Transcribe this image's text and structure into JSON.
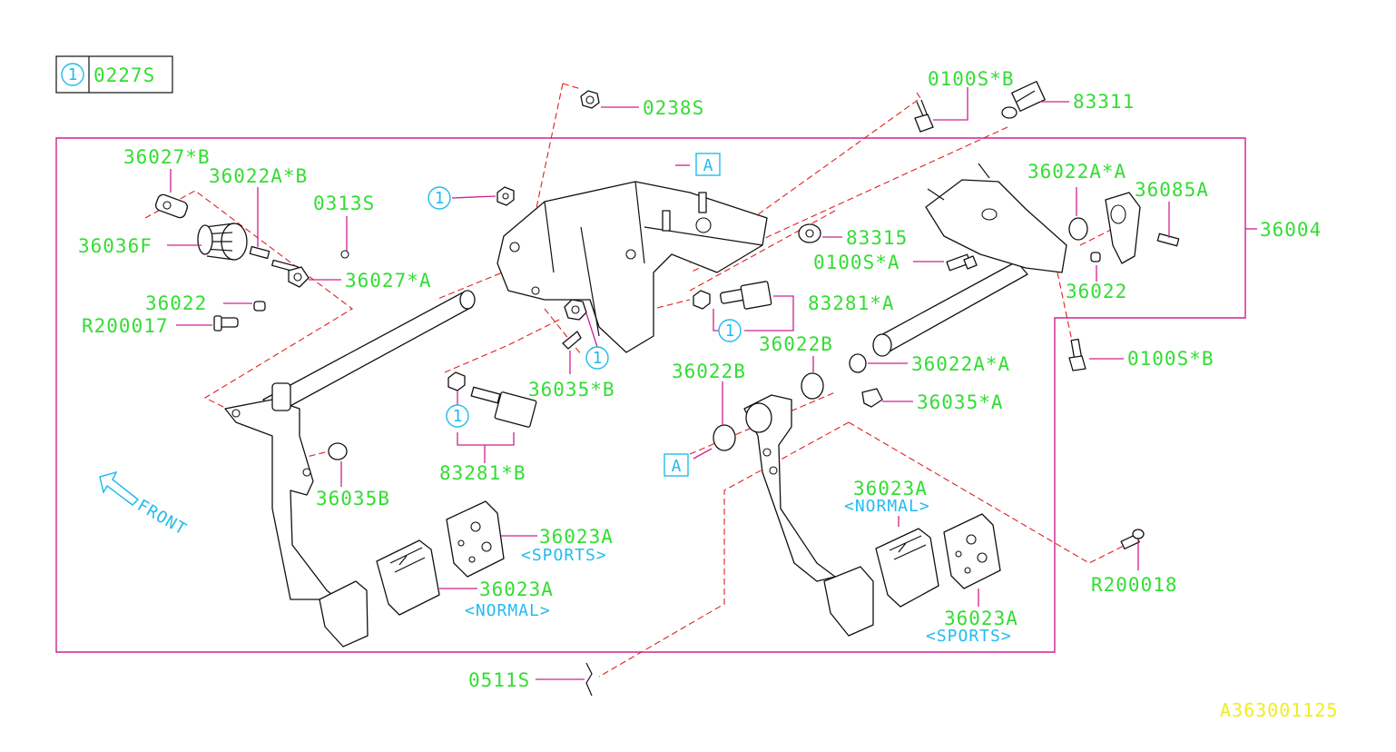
{
  "legend": {
    "symbol": "1",
    "part": "0227S"
  },
  "ref_box_label": "A",
  "front_label": "FRONT",
  "diagram_code": "A363001125",
  "colors": {
    "part_label": "#33dd33",
    "variant_label": "#22bbee",
    "leader": "#d0208d",
    "dashed_guide": "#e02020",
    "diagram_code": "#eeee22"
  },
  "labels": {
    "p0238S": "0238S",
    "p0100SB_top": "0100S*B",
    "p83311": "83311",
    "p36027B": "36027*B",
    "p36022AB": "36022A*B",
    "p0313S": "0313S",
    "p36036F": "36036F",
    "p36027A": "36027*A",
    "p36022_left": "36022",
    "pR200017": "R200017",
    "p83315": "83315",
    "p0100SA": "0100S*A",
    "p36022AA_top": "36022A*A",
    "p36085A": "36085A",
    "p36004": "36004",
    "p36022_right": "36022",
    "p83281A": "83281*A",
    "p36022B_upper": "36022B",
    "p36022AA_mid": "36022A*A",
    "p0100SB_right": "0100S*B",
    "p36022B_lower": "36022B",
    "p36035A": "36035*A",
    "p36035B_star": "36035*B",
    "p83281B": "83281*B",
    "p36035B": "36035B",
    "p36023A_sports_left": "36023A",
    "v_sports_left": "<SPORTS>",
    "p36023A_normal_left": "36023A",
    "v_normal_left": "<NORMAL>",
    "p36023A_normal_right": "36023A",
    "v_normal_right": "<NORMAL>",
    "p36023A_sports_right": "36023A",
    "v_sports_right": "<SPORTS>",
    "pR200018": "R200018",
    "p0511S": "0511S"
  },
  "callouts": {
    "c1": "1",
    "c2": "1",
    "c3": "1",
    "c4": "1",
    "c5": "1"
  },
  "ref_boxes": {
    "a1": "A",
    "a2": "A"
  }
}
